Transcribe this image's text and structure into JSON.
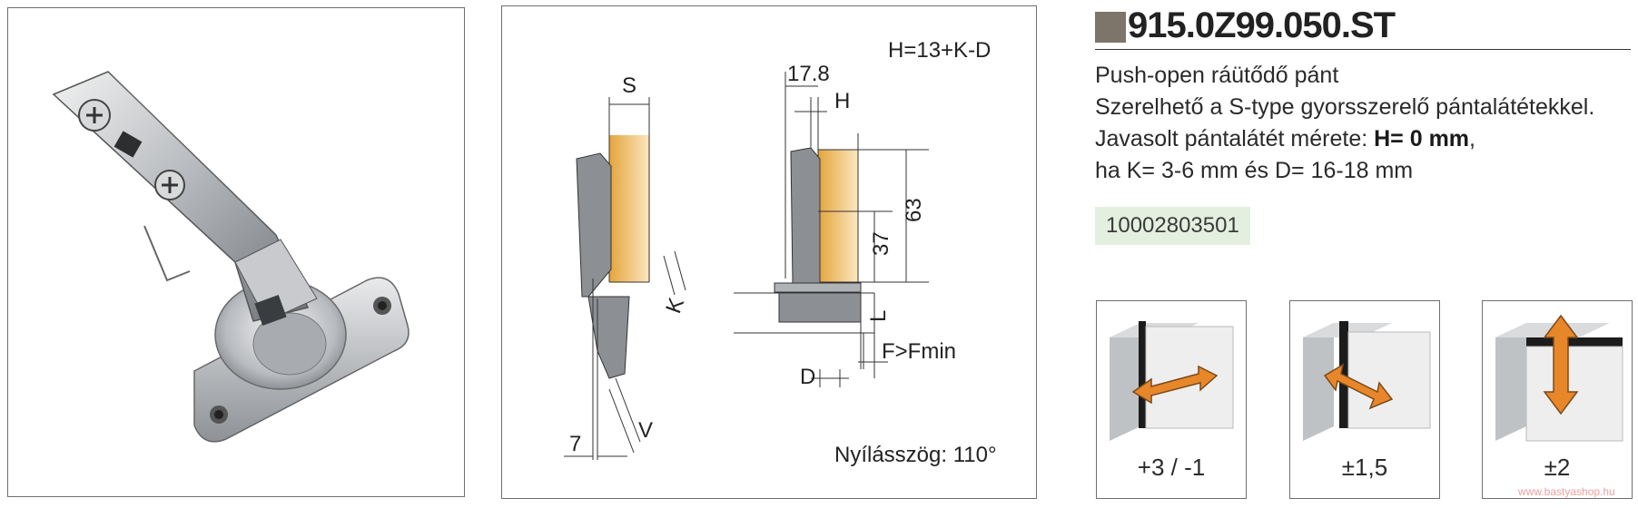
{
  "header": {
    "product_code": "915.0Z99.050.ST"
  },
  "description": {
    "line1": "Push-open ráütődő pánt",
    "line2": "Szerelhető a S-type gyorsszerelő pántalátétekkel.",
    "line3_prefix": "Javasolt pántalátét mérete: ",
    "line3_bold": "H= 0 mm",
    "line3_suffix": ",",
    "line4": "ha K= 3-6 mm és D= 16-18 mm"
  },
  "article_number": "10002803501",
  "drawing": {
    "formula": "H=13+K-D",
    "dim_s": "S",
    "dim_17_8": "17.8",
    "dim_h": "H",
    "dim_63": "63",
    "dim_37": "37",
    "dim_k": "K",
    "dim_l": "L",
    "dim_d": "D",
    "dim_f": "F>Fmin",
    "dim_7": "7",
    "dim_v": "V",
    "opening_angle": "Nyílásszög: 110°"
  },
  "adjustments": [
    {
      "label": "+3 / -1",
      "arrow": "horizontal-arrow-icon"
    },
    {
      "label": "±1,5",
      "arrow": "depth-arrow-icon"
    },
    {
      "label": "±2",
      "arrow": "vertical-arrow-icon"
    }
  ],
  "watermark": "www.bastyashop.hu",
  "colors": {
    "accent_square": "#7d746a",
    "arrow_orange": "#e8862a",
    "article_bg": "#e3efdf",
    "panel_wood": "#e6b04a",
    "hinge_grey": "#8c9095"
  }
}
